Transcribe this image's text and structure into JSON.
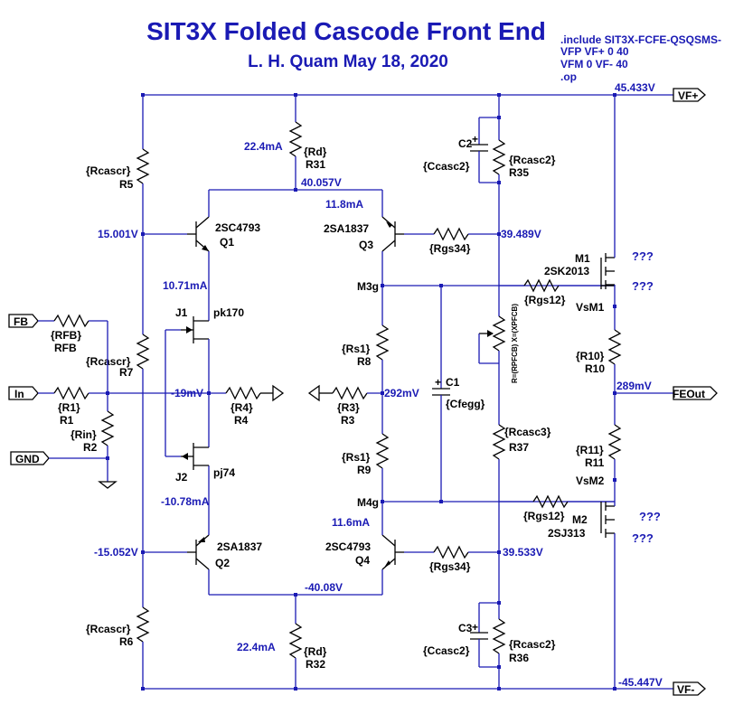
{
  "title": "SIT3X Folded Cascode Front End",
  "subtitle": "L. H. Quam   May 18, 2020",
  "spice": [
    ".include SIT3X-FCFE-QSQSMS-",
    "VFP VF+ 0 40",
    "VFM 0 VF- 40",
    ".op"
  ],
  "ports": {
    "vfp": "VF+",
    "vfm": "VF-",
    "fb": "FB",
    "in": "In",
    "gnd": "GND",
    "feout": "FEOut"
  },
  "voltages": {
    "vfp": "45.433V",
    "vfm": "-45.447V",
    "q1b": "15.001V",
    "q2b": "-15.052V",
    "top": "40.057V",
    "bot": "-40.08V",
    "mid": "-19mV",
    "rmid": "292mV",
    "q3b": "39.489V",
    "q4b": "39.533V",
    "out": "289mV"
  },
  "currents": {
    "r31": "22.4mA",
    "r32": "22.4mA",
    "q3": "11.8mA",
    "q4": "11.6mA",
    "j1": "10.71mA",
    "j2": "-10.78mA"
  },
  "components": {
    "r5": {
      "value": "{Rcascr}",
      "name": "R5"
    },
    "r6": {
      "value": "{Rcascr}",
      "name": "R6"
    },
    "r7": {
      "value": "{Rcascr}",
      "name": "R7"
    },
    "r31": {
      "value": "{Rd}",
      "name": "R31"
    },
    "r32": {
      "value": "{Rd}",
      "name": "R32"
    },
    "q1": {
      "part": "2SC4793",
      "name": "Q1"
    },
    "q2": {
      "part": "2SA1837",
      "name": "Q2"
    },
    "q3": {
      "part": "2SA1837",
      "name": "Q3"
    },
    "q4": {
      "part": "2SC4793",
      "name": "Q4"
    },
    "j1": {
      "name": "J1",
      "part": "pk170"
    },
    "j2": {
      "name": "J2",
      "part": "pj74"
    },
    "rfb": {
      "value": "{RFB}",
      "name": "RFB"
    },
    "r1": {
      "value": "{R1}",
      "name": "R1"
    },
    "r2": {
      "value": "{Rin}",
      "name": "R2"
    },
    "r4": {
      "value": "{R4}",
      "name": "R4"
    },
    "r3": {
      "value": "{R3}",
      "name": "R3"
    },
    "r8": {
      "value": "{Rs1}",
      "name": "R8"
    },
    "r9": {
      "value": "{Rs1}",
      "name": "R9"
    },
    "c1": {
      "name": "C1",
      "value": "{Cfegg}"
    },
    "c2": {
      "name": "C2",
      "value": "{Ccasc2}"
    },
    "c3": {
      "name": "C3",
      "value": "{Ccasc2}"
    },
    "r35": {
      "value": "{Rcasc2}",
      "name": "R35"
    },
    "r36": {
      "value": "{Rcasc2}",
      "name": "R36"
    },
    "r37": {
      "value": "{Rcasc3}",
      "name": "R37"
    },
    "rgs34a": {
      "value": "{Rgs34}"
    },
    "rgs34b": {
      "value": "{Rgs34}"
    },
    "rgs12a": {
      "value": "{Rgs12}"
    },
    "rgs12b": {
      "value": "{Rgs12}"
    },
    "m1": {
      "name": "M1",
      "part": "2SK2013"
    },
    "m2": {
      "name": "M2",
      "part": "2SJ313"
    },
    "r10": {
      "value": "{R10}",
      "name": "R10"
    },
    "r11": {
      "value": "{R11}",
      "name": "R11"
    },
    "pot": {
      "label": "R=(RPFCB) X=(XPFCB)"
    }
  },
  "nets": {
    "m3g": "M3g",
    "m4g": "M4g",
    "vsm1": "VsM1",
    "vsm2": "VsM2"
  },
  "unknown": "???"
}
